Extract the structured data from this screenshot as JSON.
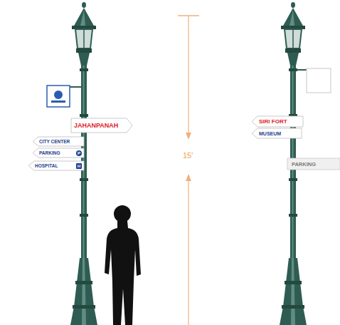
{
  "diagram": {
    "nodes": [
      {
        "text": [
          "JAHANPANAH"
        ]
      },
      {
        "text": [
          "CITY CENTER"
        ]
      },
      {
        "text": [
          "PARKING",
          "P"
        ]
      },
      {
        "text": [
          "HOSPITAL",
          "H"
        ]
      },
      {
        "text": [
          "SIRI FORT"
        ]
      },
      {
        "text": [
          "MUSEUM"
        ]
      },
      {
        "text": [
          "PARKING"
        ]
      }
    ],
    "labels": [
      "15'"
    ]
  }
}
